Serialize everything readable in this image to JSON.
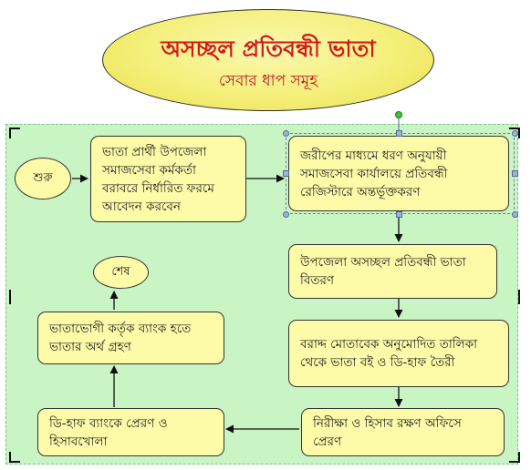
{
  "title": {
    "main": "অসচ্ছল প্রতিবন্ধী ভাতা",
    "subtitle": "সেবার ধাপ সমূহ"
  },
  "nodes": {
    "start": "শুরু",
    "apply": "ভাতা প্রার্থী উপজেলা সমাজসেবা কর্মকর্তা বরাবরে নির্ধারিত ফরমে আবেদন করবেন",
    "survey": "জরীপের মাধ্যমে ধরণ অনুযায়ী সমাজসেবা কার্যালয়ে প্রতিবন্ধী রেজিস্টারে অন্তর্ভূক্তকরণ",
    "distribution": "উপজেলা অসচ্ছল প্রতিবন্ধী ভাতা বিতরণ",
    "list": "বরাদ্দ মোতাবেক অনুমোদিত তালিকা থেকে ভাতা বই ও ডি-হাফ তৈরী",
    "audit": "নিরীক্ষা ও হিসাব রক্ষণ অফিসে প্রেরণ",
    "bank_send": "ডি-হাফ ব্যাংকে প্রেরণ ও হিসাবখোলা",
    "receive": "ভাতাভোগী কর্তৃক ব্যাংক হতে ভাতার অর্থ গ্রহণ",
    "end": "শেষ"
  },
  "colors": {
    "title_text": "#d11a1a",
    "node_fill": "#fdfaa8",
    "canvas_fill": "#c9f5c4",
    "ellipse_fill": "#f5ef7a"
  }
}
